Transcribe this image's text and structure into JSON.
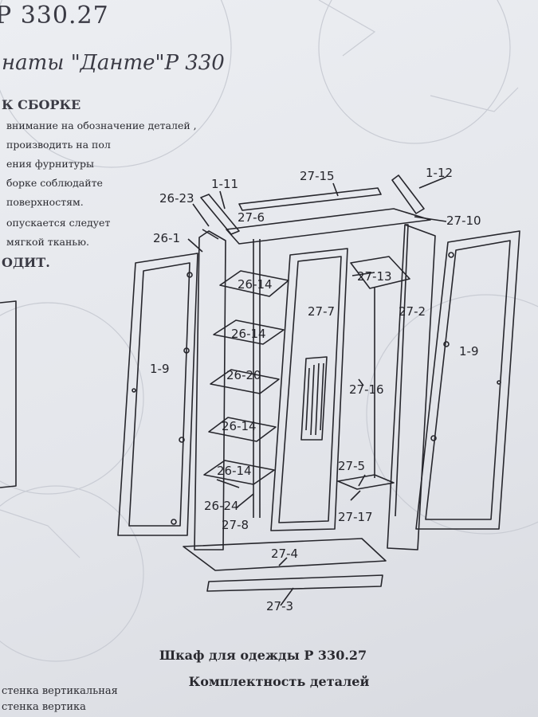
{
  "header": {
    "model": "Р 330.27",
    "series": "наты \"Данте\"Р 330",
    "assembly_title": "К СБОРКЕ",
    "section_title": "ОДИТ."
  },
  "instructions": [
    "внимание на обозначение деталей ,",
    "производить на пол",
    "ения фурнитуры",
    "борке соблюдайте",
    "поверхностям.",
    "опускается    следует",
    "мягкой тканью."
  ],
  "diagram": {
    "labels": {
      "l_1_11": "1-11",
      "l_27_15": "27-15",
      "l_1_12": "1-12",
      "l_26_23": "26-23",
      "l_27_6": "27-6",
      "l_27_10": "27-10",
      "l_26_1": "26-1",
      "l_26_14a": "26-14",
      "l_27_13": "27-13",
      "l_27_7": "27-7",
      "l_27_2": "27-2",
      "l_26_14b": "26-14",
      "l_1_9_left": "1-9",
      "l_1_9_right": "1-9",
      "l_26_20": "26-20",
      "l_27_16": "27-16",
      "l_26_14c": "26-14",
      "l_27_5": "27-5",
      "l_26_14d": "26-14",
      "l_26_24": "26-24",
      "l_27_17": "27-17",
      "l_27_8": "27-8",
      "l_27_4": "27-4",
      "l_27_3": "27-3"
    }
  },
  "caption": {
    "title": "Шкаф для одежды  Р 330.27",
    "subtitle": "Комплектность деталей"
  },
  "parts_list": [
    "стенка вертикальная",
    "стенка вертика"
  ],
  "colors": {
    "ink": "#2a2a30",
    "paper": "#e9eaee"
  }
}
